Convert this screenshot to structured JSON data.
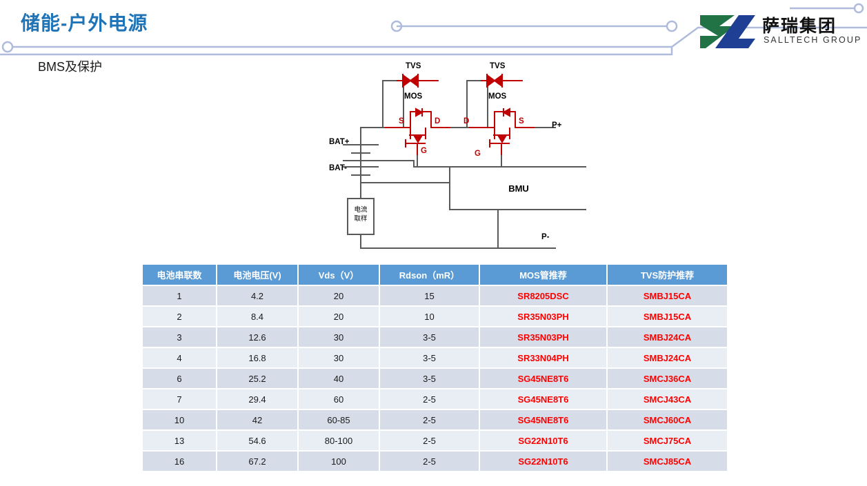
{
  "header": {
    "title": "储能-户外电源",
    "subtitle": "BMS及保护",
    "title_color": "#1F74B8",
    "deco_line_color": "#AEBBDA"
  },
  "logo": {
    "cn": "萨瑞集团",
    "en": "SALLTECH GROUP",
    "mark_green": "#217346",
    "mark_blue": "#1F3F94"
  },
  "circuit": {
    "labels": {
      "tvs_left": "TVS",
      "tvs_right": "TVS",
      "mos_left": "MOS",
      "mos_right": "MOS",
      "s_left": "S",
      "d_left": "D",
      "g_left": "G",
      "d_right": "D",
      "s_right": "S",
      "g_right": "G",
      "bat_pos": "BAT+",
      "bat_neg": "BAT-",
      "p_pos": "P+",
      "p_neg": "P-",
      "bmu": "BMU",
      "shunt_line1": "电流",
      "shunt_line2": "取样"
    },
    "wire_color": "#595959",
    "device_color": "#C00000"
  },
  "table": {
    "headers": [
      "电池串联数",
      "电池电压(V)",
      "Vds（V）",
      "Rdson（mR）",
      "MOS管推荐",
      "TVS防护推荐"
    ],
    "header_bg": "#5B9BD5",
    "row_bg_odd": "#D6DCE8",
    "row_bg_even": "#E9EDF4",
    "part_color": "#FF0000",
    "rows": [
      {
        "series": "1",
        "voltage": "4.2",
        "vds": "20",
        "rdson": "15",
        "mos": "SR8205DSC",
        "tvs": "SMBJ15CA"
      },
      {
        "series": "2",
        "voltage": "8.4",
        "vds": "20",
        "rdson": "10",
        "mos": "SR35N03PH",
        "tvs": "SMBJ15CA"
      },
      {
        "series": "3",
        "voltage": "12.6",
        "vds": "30",
        "rdson": "3-5",
        "mos": "SR35N03PH",
        "tvs": "SMBJ24CA"
      },
      {
        "series": "4",
        "voltage": "16.8",
        "vds": "30",
        "rdson": "3-5",
        "mos": "SR33N04PH",
        "tvs": "SMBJ24CA"
      },
      {
        "series": "6",
        "voltage": "25.2",
        "vds": "40",
        "rdson": "3-5",
        "mos": "SG45NE8T6",
        "tvs": "SMCJ36CA"
      },
      {
        "series": "7",
        "voltage": "29.4",
        "vds": "60",
        "rdson": "2-5",
        "mos": "SG45NE8T6",
        "tvs": "SMCJ43CA"
      },
      {
        "series": "10",
        "voltage": "42",
        "vds": "60-85",
        "rdson": "2-5",
        "mos": "SG45NE8T6",
        "tvs": "SMCJ60CA"
      },
      {
        "series": "13",
        "voltage": "54.6",
        "vds": "80-100",
        "rdson": "2-5",
        "mos": "SG22N10T6",
        "tvs": "SMCJ75CA"
      },
      {
        "series": "16",
        "voltage": "67.2",
        "vds": "100",
        "rdson": "2-5",
        "mos": "SG22N10T6",
        "tvs": "SMCJ85CA"
      }
    ]
  }
}
